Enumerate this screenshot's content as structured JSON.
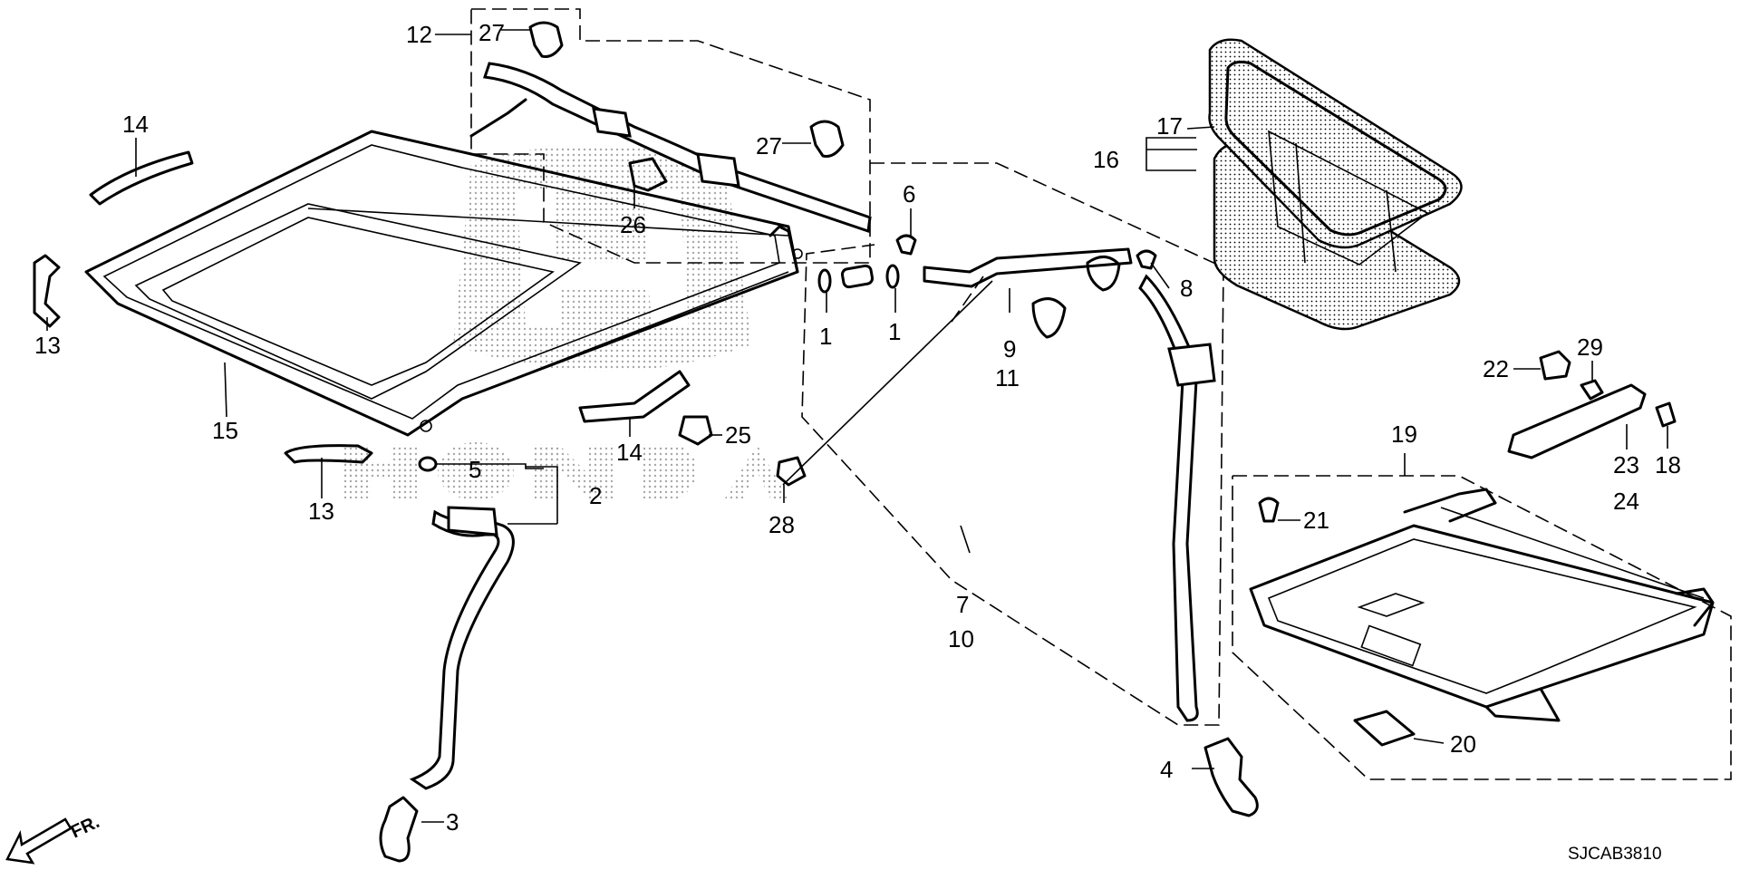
{
  "diagram": {
    "code": "SJCAB3810",
    "front_indicator": "FR.",
    "brand_watermark": "HONDA",
    "callouts": [
      {
        "id": "c1a",
        "text": "1"
      },
      {
        "id": "c1b",
        "text": "1"
      },
      {
        "id": "c2",
        "text": "2"
      },
      {
        "id": "c3",
        "text": "3"
      },
      {
        "id": "c4",
        "text": "4"
      },
      {
        "id": "c5",
        "text": "5"
      },
      {
        "id": "c6",
        "text": "6"
      },
      {
        "id": "c7",
        "text": "7"
      },
      {
        "id": "c8",
        "text": "8"
      },
      {
        "id": "c9",
        "text": "9"
      },
      {
        "id": "c10",
        "text": "10"
      },
      {
        "id": "c11",
        "text": "11"
      },
      {
        "id": "c12",
        "text": "12"
      },
      {
        "id": "c13a",
        "text": "13"
      },
      {
        "id": "c13b",
        "text": "13"
      },
      {
        "id": "c14a",
        "text": "14"
      },
      {
        "id": "c14b",
        "text": "14"
      },
      {
        "id": "c15",
        "text": "15"
      },
      {
        "id": "c16",
        "text": "16"
      },
      {
        "id": "c17",
        "text": "17"
      },
      {
        "id": "c18",
        "text": "18"
      },
      {
        "id": "c19",
        "text": "19"
      },
      {
        "id": "c20",
        "text": "20"
      },
      {
        "id": "c21",
        "text": "21"
      },
      {
        "id": "c22",
        "text": "22"
      },
      {
        "id": "c23",
        "text": "23"
      },
      {
        "id": "c24",
        "text": "24"
      },
      {
        "id": "c25",
        "text": "25"
      },
      {
        "id": "c26",
        "text": "26"
      },
      {
        "id": "c27a",
        "text": "27"
      },
      {
        "id": "c27b",
        "text": "27"
      },
      {
        "id": "c28",
        "text": "28"
      },
      {
        "id": "c29",
        "text": "29"
      }
    ]
  }
}
